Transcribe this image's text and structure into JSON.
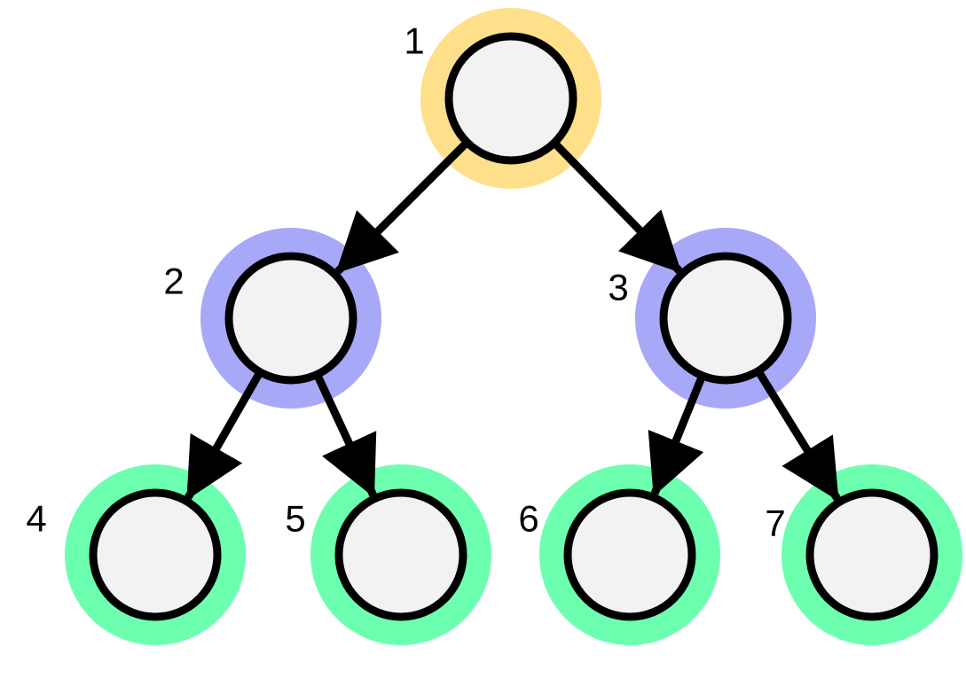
{
  "diagram": {
    "nodes": [
      {
        "id": 1,
        "label": "1",
        "level": 0
      },
      {
        "id": 2,
        "label": "2",
        "level": 1
      },
      {
        "id": 3,
        "label": "3",
        "level": 1
      },
      {
        "id": 4,
        "label": "4",
        "level": 2
      },
      {
        "id": 5,
        "label": "5",
        "level": 2
      },
      {
        "id": 6,
        "label": "6",
        "level": 2
      },
      {
        "id": 7,
        "label": "7",
        "level": 2
      }
    ],
    "edges": [
      {
        "from": 1,
        "to": 2
      },
      {
        "from": 1,
        "to": 3
      },
      {
        "from": 2,
        "to": 4
      },
      {
        "from": 2,
        "to": 5
      },
      {
        "from": 3,
        "to": 6
      },
      {
        "from": 3,
        "to": 7
      }
    ]
  },
  "colors": {
    "level_0_halo": "#FFE08A",
    "level_1_halo": "#A8A8F8",
    "level_2_halo": "#6CFFB0",
    "node_fill": "#F2F2F2",
    "node_stroke": "#000000",
    "edge": "#000000"
  }
}
